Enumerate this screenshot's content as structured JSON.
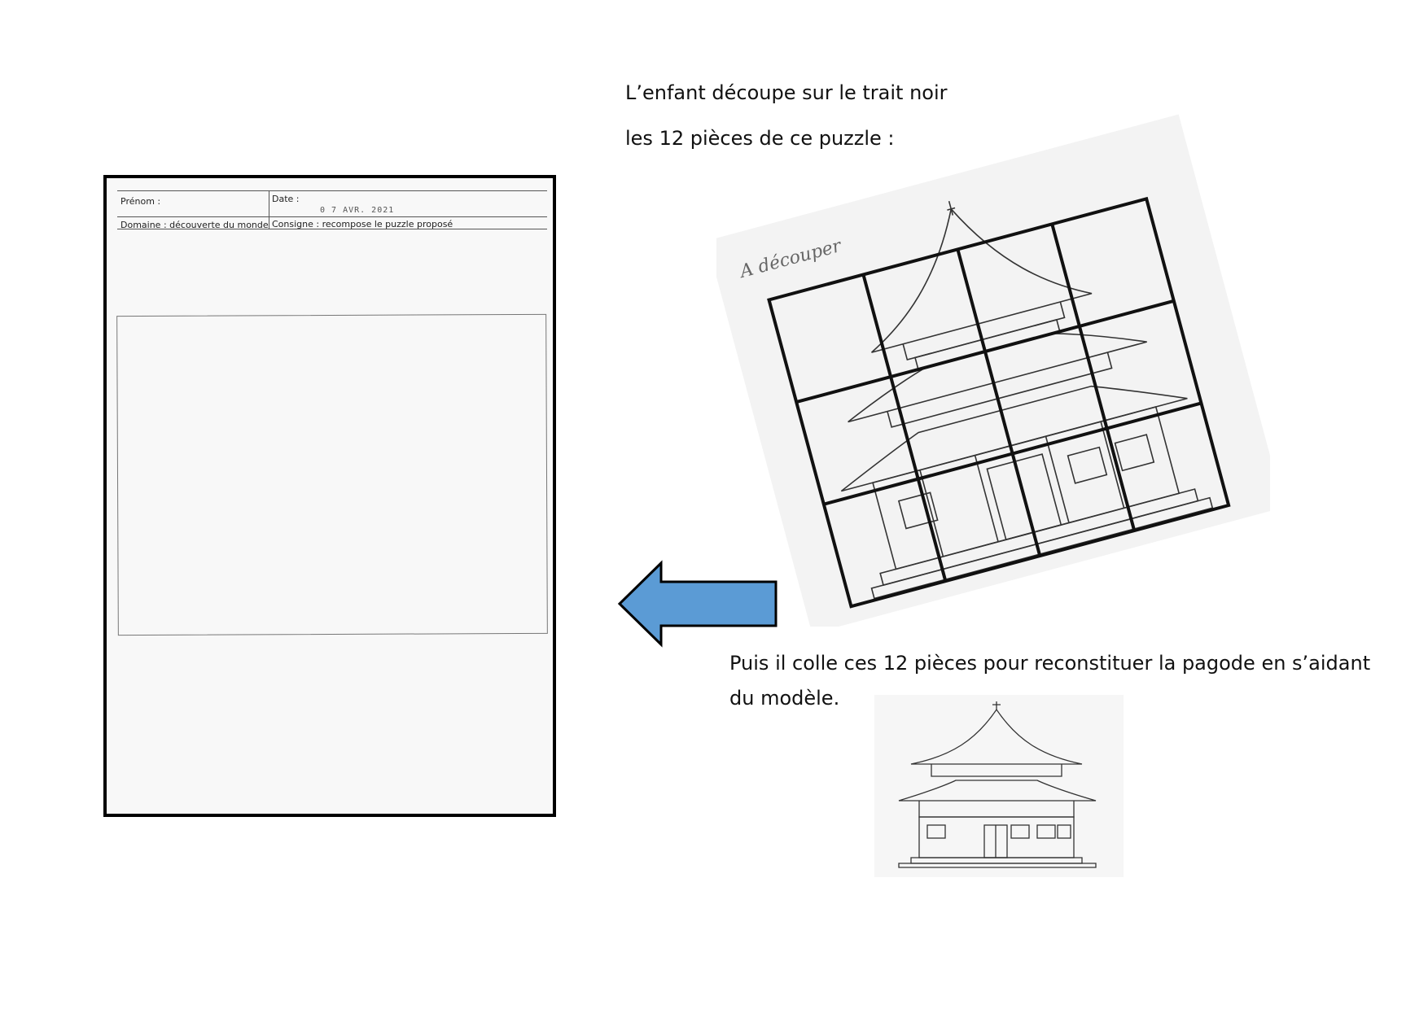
{
  "instructions": {
    "line1": "L’enfant découpe sur le trait noir",
    "line2": "les 12 pièces de ce puzzle :",
    "line3": "Puis il colle ces 12 pièces pour reconstituer la pagode en s’aidant",
    "line4": "du modèle."
  },
  "worksheet": {
    "prenom_label": "Prénom :",
    "date_label": "Date :",
    "date_stamp": "0 7 AVR. 2021",
    "domaine_label": "Domaine : découverte du monde",
    "consigne_label": "Consigne : recompose le puzzle proposé"
  },
  "puzzle": {
    "handwritten_note": "A découper",
    "pieces_count": 12
  },
  "colors": {
    "arrow_fill": "#5b9bd5",
    "arrow_stroke": "#000000"
  },
  "icons": {
    "arrow": "left-arrow-icon"
  }
}
